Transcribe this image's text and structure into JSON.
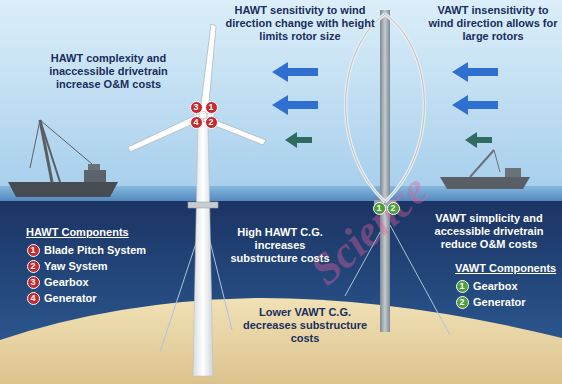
{
  "diagram": {
    "labels": [
      "HAWT complexity and inaccessible drivetrain increase O&M costs",
      "HAWT sensitivity to wind direction change with height limits rotor size",
      "VAWT insensitivity to wind direction allows for large rotors",
      "3",
      "1",
      "4",
      "2",
      "HAWT Components",
      "1",
      "Blade Pitch System",
      "2",
      "Yaw System",
      "3",
      "Gearbox",
      "4",
      "Generator",
      "High HAWT C.G. increases substructure costs",
      "1",
      "2",
      "VAWT simplicity and accessible drivetrain reduce O&M costs",
      "VAWT Components",
      "1",
      "Gearbox",
      "2",
      "Generator",
      "Lower VAWT C.G. decreases substructure costs",
      "Science"
    ]
  }
}
